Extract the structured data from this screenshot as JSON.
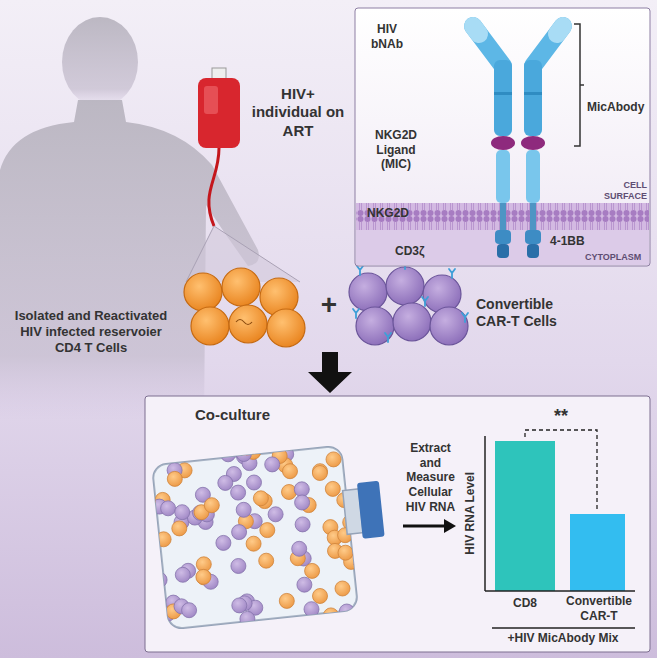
{
  "diagram": {
    "nodes": [
      {
        "text": [
          "HIV bNAb",
          "NKG2D Ligand (MIC)",
          "MicAbody",
          "NKG2D",
          "4-1BB",
          "CD3ζ",
          "CELL SURFACE",
          "CYTOPLASM"
        ]
      },
      {
        "text": [
          "Co-culture",
          "Extract and Measure Cellular HIV RNA",
          "HIV RNA Level",
          "**",
          "CD8",
          "Convertible CAR-T",
          "+HIV MicAbody Mix"
        ]
      }
    ],
    "labels": [
      "HIV+ individual on ART",
      "Isolated and Reactivated HIV infected reservoier CD4 T Cells",
      "+",
      "Convertible CAR-T Cells"
    ]
  }
}
